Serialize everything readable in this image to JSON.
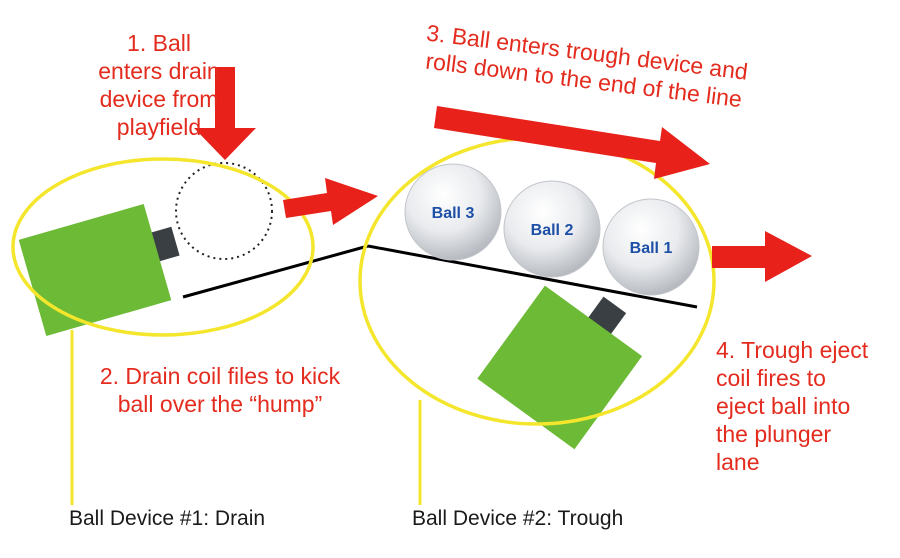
{
  "colors": {
    "arrow": "#e8211a",
    "annotation_text": "#e32b1e",
    "ellipse": "#f4e62c",
    "device_body": "#6cba35",
    "coil": "#3a3f44",
    "ball_label": "#1e4fa6",
    "rail": "#000000"
  },
  "annotations": {
    "step1": [
      "1. Ball",
      "enters drain",
      "device from",
      "playfield"
    ],
    "step2": [
      "2. Drain coil files to kick",
      "ball over the “hump”"
    ],
    "step3": [
      "3. Ball enters trough device and",
      "rolls down to the end of the line"
    ],
    "step4": [
      "4. Trough eject",
      "coil fires to",
      "eject ball into",
      "the plunger",
      "lane"
    ]
  },
  "balls": [
    {
      "label": "Ball 3"
    },
    {
      "label": "Ball 2"
    },
    {
      "label": "Ball 1"
    }
  ],
  "devices": {
    "drain": {
      "caption": "Ball Device #1: Drain"
    },
    "trough": {
      "caption": "Ball Device #2: Trough"
    }
  }
}
